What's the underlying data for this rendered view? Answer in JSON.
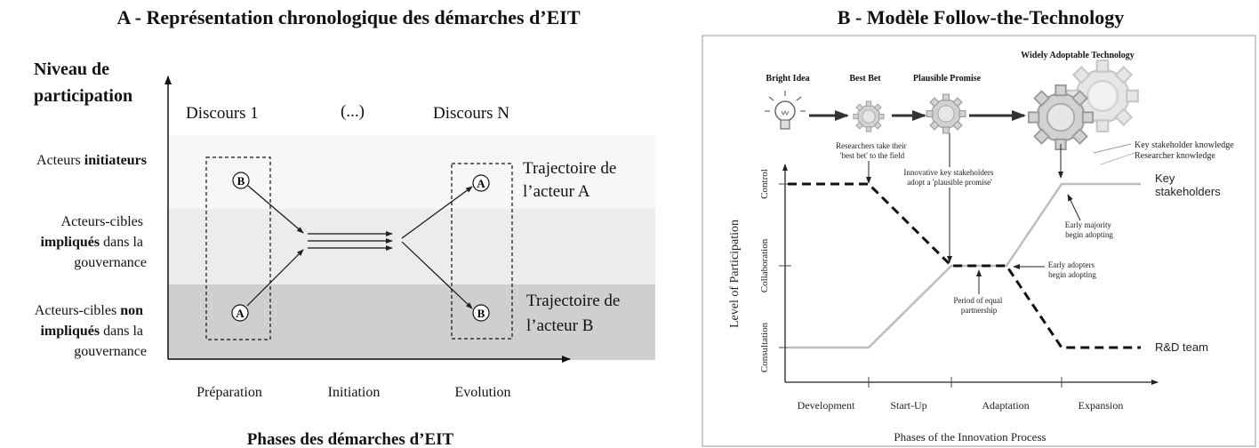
{
  "panel_a": {
    "title": "A - Représentation chronologique des démarches d’EIT",
    "y_axis_label_line1": "Niveau de",
    "y_axis_label_line2": "participation",
    "discourse_1": "Discours 1",
    "discourse_dots": "(...)",
    "discourse_n": "Discours N",
    "levels": {
      "initiators": {
        "prefix": "Acteurs ",
        "bold": "initiateurs"
      },
      "involved": {
        "line1": "Acteurs-cibles",
        "line2_bold": "impliqués",
        "line2_rest": " dans la",
        "line3": "gouvernance"
      },
      "not_involved": {
        "line1_prefix": "Acteurs-cibles ",
        "line1_bold": "non",
        "line2_bold": "impliqués",
        "line2_rest": " dans la",
        "line3": "gouvernance"
      }
    },
    "trajectory_a_line1": "Trajectoire de",
    "trajectory_a_line2": "l’acteur A",
    "trajectory_b_line1": "Trajectoire de",
    "trajectory_b_line2": "l’acteur B",
    "node_a": "A",
    "node_b": "B",
    "phases": [
      "Préparation",
      "Initiation",
      "Evolution"
    ],
    "x_axis_label": "Phases des démarches d’EIT",
    "colors": {
      "band_top": "#f7f7f7",
      "band_mid": "#ececec",
      "band_bottom": "#cfcfcf"
    }
  },
  "panel_b": {
    "title": "B - Modèle Follow-the-Technology",
    "stages": {
      "bright_idea": "Bright Idea",
      "best_bet": "Best Bet",
      "plausible_promise": "Plausible Promise",
      "widely_adoptable": "Widely Adoptable Technology"
    },
    "annotations": {
      "researchers_line1": "Researchers take their",
      "researchers_line2": "'best bet' to the field",
      "innovative_line1": "Innovative key stakeholders",
      "innovative_line2": "adopt a 'plausible promise'",
      "key_knowledge": "Key stakeholder knowledge",
      "researcher_knowledge": "Researcher knowledge",
      "early_majority_line1": "Early majority",
      "early_majority_line2": "begin adopting",
      "early_adopters_line1": "Early adopters",
      "early_adopters_line2": "begin adopting",
      "equal_line1": "Period of equal",
      "equal_line2": "partnership"
    },
    "key_stakeholders_line1": "Key",
    "key_stakeholders_line2": "stakeholders",
    "rd_team": "R&D team",
    "y_axis_label": "Level of Participation",
    "y_ticks": [
      "Control",
      "Collaboration",
      "Consultation"
    ],
    "phases": [
      "Development",
      "Start-Up",
      "Adaptation",
      "Expansion"
    ],
    "x_axis_label": "Phases of the Innovation Process"
  }
}
